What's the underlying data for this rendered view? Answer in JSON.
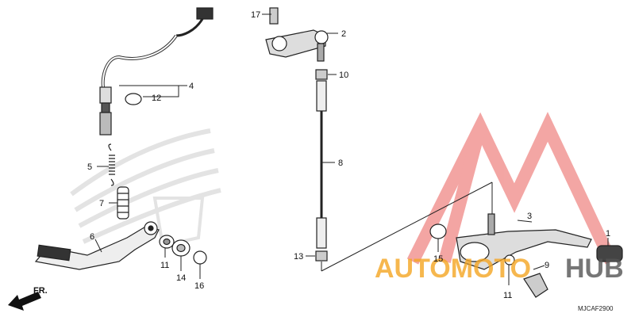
{
  "diagram": {
    "code": "MJCAF2900",
    "front_label": "FR.",
    "watermark": {
      "left": "AUTOMOTO",
      "right": "HUB",
      "left_color": "#f5a623",
      "right_color": "#555555",
      "logo_color": "#e53935"
    },
    "callouts": [
      {
        "id": "c1",
        "text": "1"
      },
      {
        "id": "c2",
        "text": "2"
      },
      {
        "id": "c3",
        "text": "3"
      },
      {
        "id": "c4",
        "text": "4"
      },
      {
        "id": "c5",
        "text": "5"
      },
      {
        "id": "c6",
        "text": "6"
      },
      {
        "id": "c7",
        "text": "7"
      },
      {
        "id": "c8",
        "text": "8"
      },
      {
        "id": "c9",
        "text": "9"
      },
      {
        "id": "c10",
        "text": "10"
      },
      {
        "id": "c11a",
        "text": "11"
      },
      {
        "id": "c11b",
        "text": "11"
      },
      {
        "id": "c12",
        "text": "12"
      },
      {
        "id": "c13",
        "text": "13"
      },
      {
        "id": "c14",
        "text": "14"
      },
      {
        "id": "c15",
        "text": "15"
      },
      {
        "id": "c16",
        "text": "16"
      },
      {
        "id": "c17",
        "text": "17"
      }
    ]
  }
}
